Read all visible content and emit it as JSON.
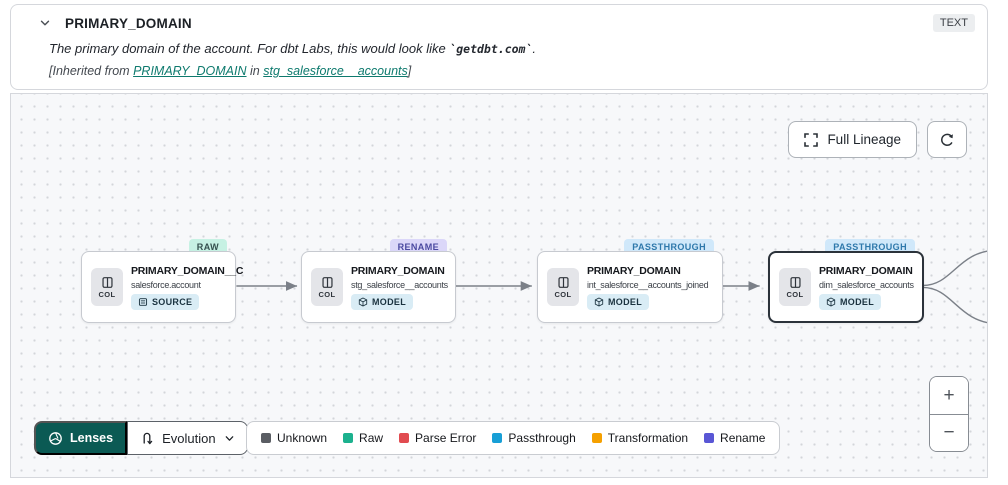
{
  "header": {
    "title": "PRIMARY_DOMAIN",
    "type_badge": "TEXT",
    "description_prefix": "The primary domain of the account. For dbt Labs, this would look like ",
    "description_code": "`getdbt.com`",
    "description_suffix": ".",
    "inherited_prefix": "[Inherited from ",
    "inherited_link_column": "PRIMARY_DOMAIN",
    "inherited_middle": " in ",
    "inherited_link_model": "stg_salesforce__accounts",
    "inherited_suffix": "]"
  },
  "toolbar": {
    "full_lineage_label": "Full Lineage"
  },
  "nodes": [
    {
      "title": "PRIMARY_DOMAIN__C",
      "subtitle": "salesforce.account",
      "badge": "SOURCE",
      "col_label": "COL",
      "tag": "RAW",
      "tag_bg": "#c6f1e3",
      "tag_color": "#35504e"
    },
    {
      "title": "PRIMARY_DOMAIN",
      "subtitle": "stg_salesforce__accounts",
      "badge": "MODEL",
      "col_label": "COL",
      "tag": "RENAME",
      "tag_bg": "#dbd7f9",
      "tag_color": "#4a49a0"
    },
    {
      "title": "PRIMARY_DOMAIN",
      "subtitle": "int_salesforce__accounts_joined",
      "badge": "MODEL",
      "col_label": "COL",
      "tag": "PASSTHROUGH",
      "tag_bg": "#d0e8fa",
      "tag_color": "#2e78ab"
    },
    {
      "title": "PRIMARY_DOMAIN",
      "subtitle": "dim_salesforce_accounts",
      "badge": "MODEL",
      "col_label": "COL",
      "tag": "PASSTHROUGH",
      "tag_bg": "#d0e8fa",
      "tag_color": "#2e78ab"
    }
  ],
  "footer": {
    "lenses_label": "Lenses",
    "lens_selected": "Evolution",
    "legend": [
      {
        "label": "Unknown",
        "color": "#5a5d63"
      },
      {
        "label": "Raw",
        "color": "#1cb18e"
      },
      {
        "label": "Parse Error",
        "color": "#e14b50"
      },
      {
        "label": "Passthrough",
        "color": "#189fd6"
      },
      {
        "label": "Transformation",
        "color": "#f5a000"
      },
      {
        "label": "Rename",
        "color": "#5956d5"
      }
    ]
  },
  "zoom_controls": {
    "zoom_in": "+",
    "zoom_out": "−"
  },
  "colors": {
    "link_teal": "#0e7a6e",
    "lenses_button_bg": "#0b5a54",
    "edge_gray": "#7b8088"
  }
}
